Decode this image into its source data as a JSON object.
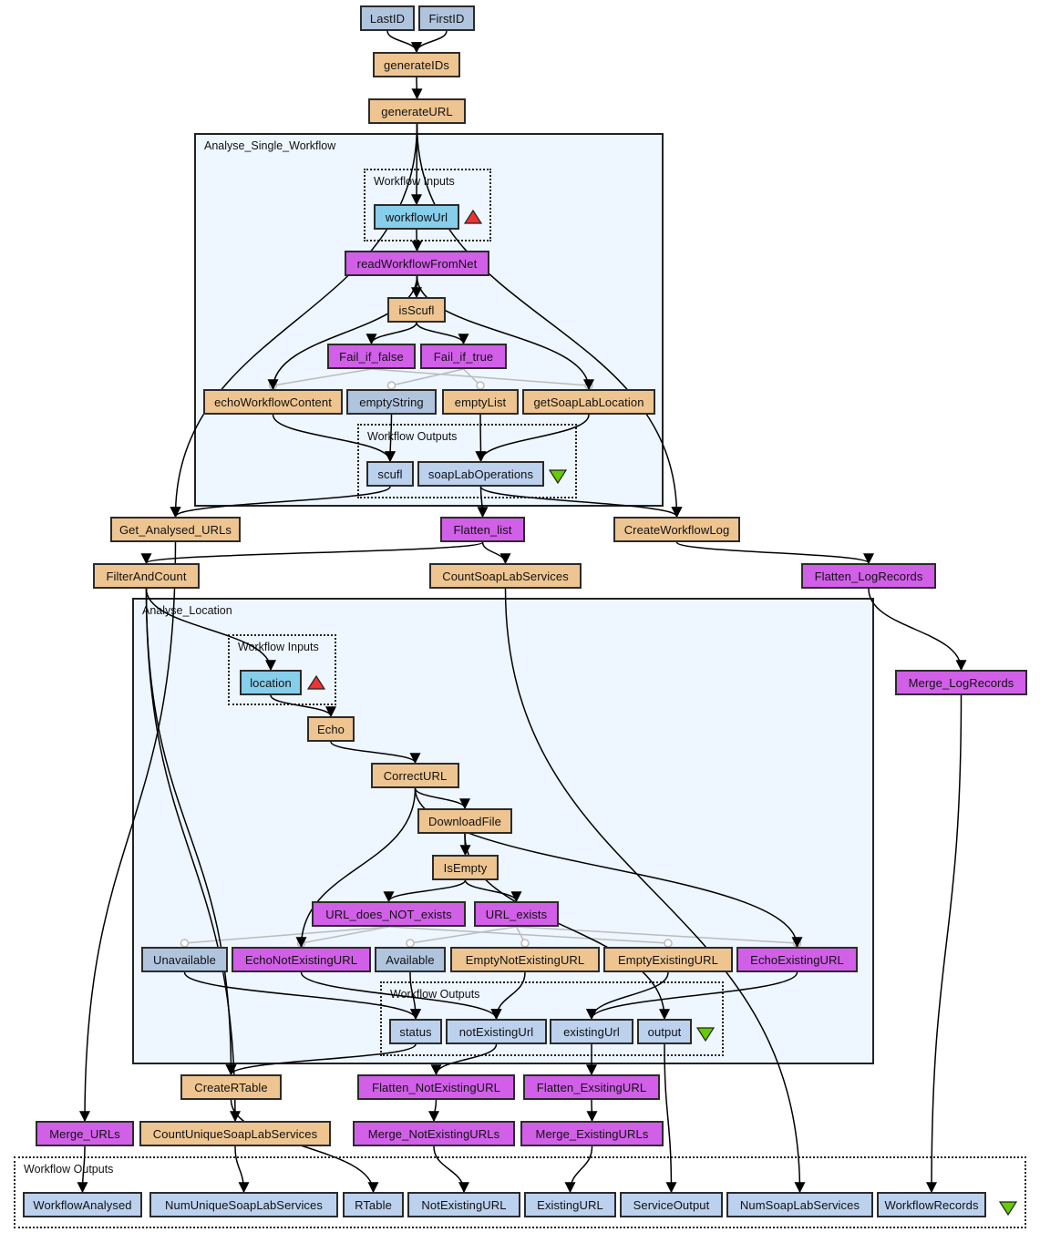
{
  "diagram": {
    "title": "Taverna workflow diagram",
    "colors": {
      "processor": "#eec591",
      "beanshell": "#d15fe8",
      "constant": "#b0c4de",
      "input_port": "#87ceeb",
      "output_port": "#bcd1ee",
      "nested_background": "#eef6ff",
      "input_marker": "#ee3333",
      "output_marker": "#66cc00",
      "control_link": "#bbbbbb",
      "data_link": "#000000"
    },
    "clusters": [
      {
        "id": "asw",
        "label": "Analyse_Single_Workflow",
        "style": "solid"
      },
      {
        "id": "asw_in",
        "label": "Workflow Inputs",
        "style": "dotted"
      },
      {
        "id": "asw_out",
        "label": "Workflow Outputs",
        "style": "dotted"
      },
      {
        "id": "al",
        "label": "Analyse_Location",
        "style": "solid"
      },
      {
        "id": "al_in",
        "label": "Workflow Inputs",
        "style": "dotted"
      },
      {
        "id": "al_out",
        "label": "Workflow Outputs",
        "style": "dotted"
      },
      {
        "id": "main_out",
        "label": "Workflow Outputs",
        "style": "dotted"
      }
    ],
    "nodes": [
      {
        "id": "LastID",
        "label": "LastID",
        "type": "constant"
      },
      {
        "id": "FirstID",
        "label": "FirstID",
        "type": "constant"
      },
      {
        "id": "generateIDs",
        "label": "generateIDs",
        "type": "processor"
      },
      {
        "id": "generateURL",
        "label": "generateURL",
        "type": "processor"
      },
      {
        "id": "workflowUrl",
        "label": "workflowUrl",
        "type": "input"
      },
      {
        "id": "readWorkflowFromNet",
        "label": "readWorkflowFromNet",
        "type": "beanshell"
      },
      {
        "id": "isScufl",
        "label": "isScufl",
        "type": "processor"
      },
      {
        "id": "Fail_if_false",
        "label": "Fail_if_false",
        "type": "beanshell"
      },
      {
        "id": "Fail_if_true",
        "label": "Fail_if_true",
        "type": "beanshell"
      },
      {
        "id": "echoWorkflowContent",
        "label": "echoWorkflowContent",
        "type": "processor"
      },
      {
        "id": "emptyString",
        "label": "emptyString",
        "type": "constant"
      },
      {
        "id": "emptyList",
        "label": "emptyList",
        "type": "processor"
      },
      {
        "id": "getSoapLabLocation",
        "label": "getSoapLabLocation",
        "type": "processor"
      },
      {
        "id": "scufl",
        "label": "scufl",
        "type": "output"
      },
      {
        "id": "soapLabOperations",
        "label": "soapLabOperations",
        "type": "output"
      },
      {
        "id": "Get_Analysed_URLs",
        "label": "Get_Analysed_URLs",
        "type": "processor"
      },
      {
        "id": "Flatten_list",
        "label": "Flatten_list",
        "type": "beanshell"
      },
      {
        "id": "CreateWorkflowLog",
        "label": "CreateWorkflowLog",
        "type": "processor"
      },
      {
        "id": "FilterAndCount",
        "label": "FilterAndCount",
        "type": "processor"
      },
      {
        "id": "CountSoapLabServices",
        "label": "CountSoapLabServices",
        "type": "processor"
      },
      {
        "id": "Flatten_LogRecords",
        "label": "Flatten_LogRecords",
        "type": "beanshell"
      },
      {
        "id": "Merge_LogRecords",
        "label": "Merge_LogRecords",
        "type": "beanshell"
      },
      {
        "id": "location",
        "label": "location",
        "type": "input"
      },
      {
        "id": "Echo",
        "label": "Echo",
        "type": "processor"
      },
      {
        "id": "CorrectURL",
        "label": "CorrectURL",
        "type": "processor"
      },
      {
        "id": "DownloadFile",
        "label": "DownloadFile",
        "type": "processor"
      },
      {
        "id": "IsEmpty",
        "label": "IsEmpty",
        "type": "processor"
      },
      {
        "id": "URL_does_NOT_exists",
        "label": "URL_does_NOT_exists",
        "type": "beanshell"
      },
      {
        "id": "URL_exists",
        "label": "URL_exists",
        "type": "beanshell"
      },
      {
        "id": "Unavailable",
        "label": "Unavailable",
        "type": "constant"
      },
      {
        "id": "EchoNotExistingURL",
        "label": "EchoNotExistingURL",
        "type": "beanshell"
      },
      {
        "id": "Available",
        "label": "Available",
        "type": "constant"
      },
      {
        "id": "EmptyNotExistingURL",
        "label": "EmptyNotExistingURL",
        "type": "processor"
      },
      {
        "id": "EmptyExistingURL",
        "label": "EmptyExistingURL",
        "type": "processor"
      },
      {
        "id": "EchoExistingURL",
        "label": "EchoExistingURL",
        "type": "beanshell"
      },
      {
        "id": "status",
        "label": "status",
        "type": "output"
      },
      {
        "id": "notExistingUrl",
        "label": "notExistingUrl",
        "type": "output"
      },
      {
        "id": "existingUrl",
        "label": "existingUrl",
        "type": "output"
      },
      {
        "id": "output",
        "label": "output",
        "type": "output"
      },
      {
        "id": "CreateRTable",
        "label": "CreateRTable",
        "type": "processor"
      },
      {
        "id": "Flatten_NotExistingURL",
        "label": "Flatten_NotExistingURL",
        "type": "beanshell"
      },
      {
        "id": "Flatten_ExsitingURL",
        "label": "Flatten_ExsitingURL",
        "type": "beanshell"
      },
      {
        "id": "Merge_URLs",
        "label": "Merge_URLs",
        "type": "beanshell"
      },
      {
        "id": "CountUniqueSoapLabServices",
        "label": "CountUniqueSoapLabServices",
        "type": "processor"
      },
      {
        "id": "Merge_NotExistingURLs",
        "label": "Merge_NotExistingURLs",
        "type": "beanshell"
      },
      {
        "id": "Merge_ExistingURLs",
        "label": "Merge_ExistingURLs",
        "type": "beanshell"
      },
      {
        "id": "WorkflowAnalysed",
        "label": "WorkflowAnalysed",
        "type": "output"
      },
      {
        "id": "NumUniqueSoapLabServices",
        "label": "NumUniqueSoapLabServices",
        "type": "output"
      },
      {
        "id": "RTable",
        "label": "RTable",
        "type": "output"
      },
      {
        "id": "NotExistingURL",
        "label": "NotExistingURL",
        "type": "output"
      },
      {
        "id": "ExistingURL",
        "label": "ExistingURL",
        "type": "output"
      },
      {
        "id": "ServiceOutput",
        "label": "ServiceOutput",
        "type": "output"
      },
      {
        "id": "NumSoapLabServices",
        "label": "NumSoapLabServices",
        "type": "output"
      },
      {
        "id": "WorkflowRecords",
        "label": "WorkflowRecords",
        "type": "output"
      }
    ],
    "markers": [
      {
        "id": "asw_input_marker",
        "kind": "input-triangle"
      },
      {
        "id": "asw_output_marker",
        "kind": "output-triangle"
      },
      {
        "id": "al_input_marker",
        "kind": "input-triangle"
      },
      {
        "id": "al_output_marker",
        "kind": "output-triangle"
      },
      {
        "id": "main_output_marker",
        "kind": "output-triangle"
      }
    ],
    "data_links": [
      [
        "LastID",
        "generateIDs"
      ],
      [
        "FirstID",
        "generateIDs"
      ],
      [
        "generateIDs",
        "generateURL"
      ],
      [
        "generateURL",
        "workflowUrl"
      ],
      [
        "generateURL",
        "Get_Analysed_URLs"
      ],
      [
        "generateURL",
        "CreateWorkflowLog"
      ],
      [
        "workflowUrl",
        "readWorkflowFromNet"
      ],
      [
        "readWorkflowFromNet",
        "isScufl"
      ],
      [
        "readWorkflowFromNet",
        "echoWorkflowContent"
      ],
      [
        "readWorkflowFromNet",
        "getSoapLabLocation"
      ],
      [
        "isScufl",
        "Fail_if_false"
      ],
      [
        "isScufl",
        "Fail_if_true"
      ],
      [
        "echoWorkflowContent",
        "scufl"
      ],
      [
        "emptyString",
        "scufl"
      ],
      [
        "emptyList",
        "soapLabOperations"
      ],
      [
        "getSoapLabLocation",
        "soapLabOperations"
      ],
      [
        "scufl",
        "Get_Analysed_URLs"
      ],
      [
        "soapLabOperations",
        "Flatten_list"
      ],
      [
        "soapLabOperations",
        "CreateWorkflowLog"
      ],
      [
        "Flatten_list",
        "FilterAndCount"
      ],
      [
        "Flatten_list",
        "CountSoapLabServices"
      ],
      [
        "CreateWorkflowLog",
        "Flatten_LogRecords"
      ],
      [
        "Flatten_LogRecords",
        "Merge_LogRecords"
      ],
      [
        "Get_Analysed_URLs",
        "Merge_URLs"
      ],
      [
        "FilterAndCount",
        "location"
      ],
      [
        "FilterAndCount",
        "CreateRTable"
      ],
      [
        "FilterAndCount",
        "CountUniqueSoapLabServices"
      ],
      [
        "CountSoapLabServices",
        "NumSoapLabServices"
      ],
      [
        "location",
        "Echo"
      ],
      [
        "Echo",
        "CorrectURL"
      ],
      [
        "CorrectURL",
        "DownloadFile"
      ],
      [
        "CorrectURL",
        "EchoNotExistingURL"
      ],
      [
        "CorrectURL",
        "EchoExistingURL"
      ],
      [
        "DownloadFile",
        "IsEmpty"
      ],
      [
        "DownloadFile",
        "output"
      ],
      [
        "IsEmpty",
        "URL_does_NOT_exists"
      ],
      [
        "IsEmpty",
        "URL_exists"
      ],
      [
        "Unavailable",
        "status"
      ],
      [
        "Available",
        "status"
      ],
      [
        "EchoNotExistingURL",
        "notExistingUrl"
      ],
      [
        "EmptyNotExistingURL",
        "notExistingUrl"
      ],
      [
        "EmptyExistingURL",
        "existingUrl"
      ],
      [
        "EchoExistingURL",
        "existingUrl"
      ],
      [
        "status",
        "CreateRTable"
      ],
      [
        "notExistingUrl",
        "Flatten_NotExistingURL"
      ],
      [
        "existingUrl",
        "Flatten_ExsitingURL"
      ],
      [
        "output",
        "ServiceOutput"
      ],
      [
        "Flatten_NotExistingURL",
        "Merge_NotExistingURLs"
      ],
      [
        "Flatten_ExsitingURL",
        "Merge_ExistingURLs"
      ],
      [
        "Merge_URLs",
        "WorkflowAnalysed"
      ],
      [
        "CountUniqueSoapLabServices",
        "NumUniqueSoapLabServices"
      ],
      [
        "CreateRTable",
        "RTable"
      ],
      [
        "Merge_NotExistingURLs",
        "NotExistingURL"
      ],
      [
        "Merge_ExistingURLs",
        "ExistingURL"
      ],
      [
        "Merge_LogRecords",
        "WorkflowRecords"
      ]
    ],
    "control_links": [
      [
        "Fail_if_false",
        "echoWorkflowContent"
      ],
      [
        "Fail_if_false",
        "getSoapLabLocation"
      ],
      [
        "Fail_if_true",
        "emptyString"
      ],
      [
        "Fail_if_true",
        "emptyList"
      ],
      [
        "URL_does_NOT_exists",
        "Unavailable"
      ],
      [
        "URL_does_NOT_exists",
        "EchoNotExistingURL"
      ],
      [
        "URL_does_NOT_exists",
        "EmptyExistingURL"
      ],
      [
        "URL_exists",
        "Available"
      ],
      [
        "URL_exists",
        "EmptyNotExistingURL"
      ],
      [
        "URL_exists",
        "EchoExistingURL"
      ]
    ]
  }
}
